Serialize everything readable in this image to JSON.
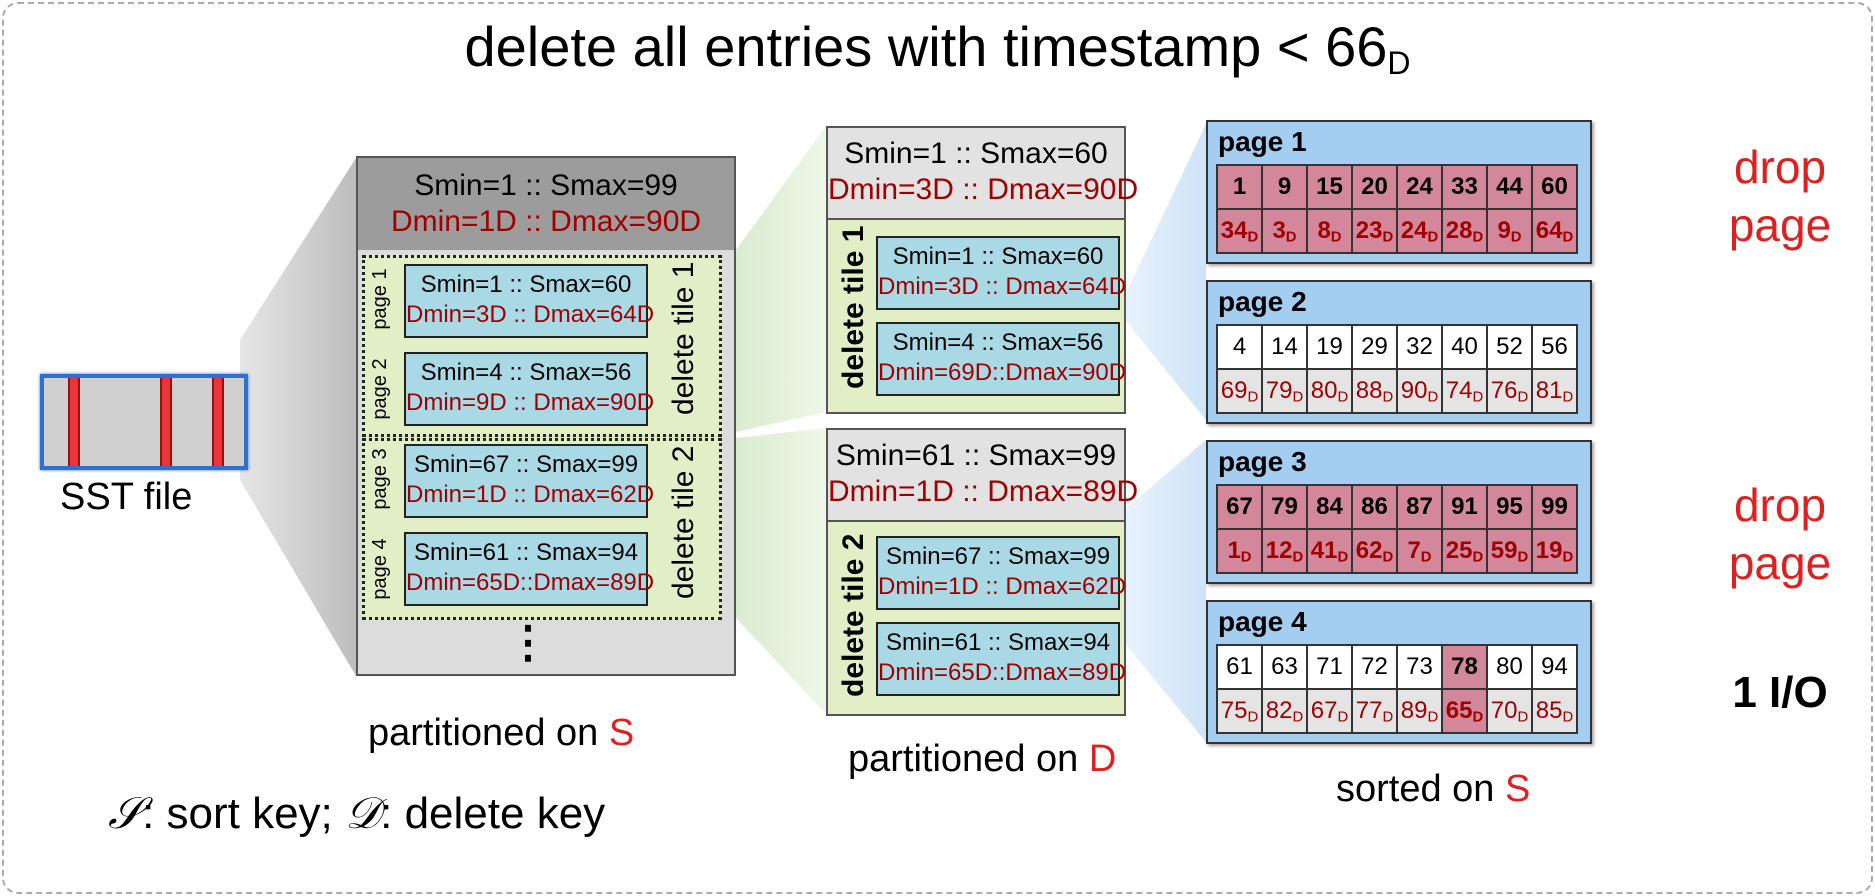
{
  "title": {
    "text": "delete all entries with timestamp < 66",
    "sub": "D"
  },
  "sst_label": "SST file",
  "file": {
    "header": {
      "s": "Smin=1 :: Smax=99",
      "d": "Dmin=1D :: Dmax=90D"
    },
    "tiles": [
      {
        "label": "delete tile 1",
        "pages": [
          {
            "label": "page 1",
            "s": "Smin=1 :: Smax=60",
            "d": "Dmin=3D :: Dmax=64D"
          },
          {
            "label": "page 2",
            "s": "Smin=4 :: Smax=56",
            "d": "Dmin=9D :: Dmax=90D"
          }
        ]
      },
      {
        "label": "delete tile 2",
        "pages": [
          {
            "label": "page 3",
            "s": "Smin=67 :: Smax=99",
            "d": "Dmin=1D :: Dmax=62D"
          },
          {
            "label": "page 4",
            "s": "Smin=61 :: Smax=94",
            "d": "Dmin=65D::Dmax=89D"
          }
        ]
      }
    ],
    "ellipsis": "⋮",
    "caption": {
      "prefix": "partitioned on ",
      "key": "S"
    }
  },
  "middle": {
    "tiles": [
      {
        "label": "delete tile 1",
        "header": {
          "s": "Smin=1 :: Smax=60",
          "d": "Dmin=3D :: Dmax=90D"
        },
        "pages": [
          {
            "s": "Smin=1 :: Smax=60",
            "d": "Dmin=3D :: Dmax=64D"
          },
          {
            "s": "Smin=4 :: Smax=56",
            "d": "Dmin=69D::Dmax=90D"
          }
        ]
      },
      {
        "label": "delete tile 2",
        "header": {
          "s": "Smin=61 :: Smax=99",
          "d": "Dmin=1D :: Dmax=89D"
        },
        "pages": [
          {
            "s": "Smin=67 :: Smax=99",
            "d": "Dmin=1D :: Dmax=62D"
          },
          {
            "s": "Smin=61 :: Smax=94",
            "d": "Dmin=65D::Dmax=89D"
          }
        ]
      }
    ],
    "caption": {
      "prefix": "partitioned on ",
      "key": "D"
    }
  },
  "pages": [
    {
      "title": "page 1",
      "dropped": true,
      "keys": [
        "1",
        "9",
        "15",
        "20",
        "24",
        "33",
        "44",
        "60"
      ],
      "deletes": [
        "34",
        "3",
        "8",
        "23",
        "24",
        "28",
        "9",
        "64"
      ]
    },
    {
      "title": "page 2",
      "dropped": false,
      "keys": [
        "4",
        "14",
        "19",
        "29",
        "32",
        "40",
        "52",
        "56"
      ],
      "deletes": [
        "69",
        "79",
        "80",
        "88",
        "90",
        "74",
        "76",
        "81"
      ]
    },
    {
      "title": "page 3",
      "dropped": true,
      "keys": [
        "67",
        "79",
        "84",
        "86",
        "87",
        "91",
        "95",
        "99"
      ],
      "deletes": [
        "1",
        "12",
        "41",
        "62",
        "7",
        "25",
        "59",
        "19"
      ]
    },
    {
      "title": "page 4",
      "dropped": false,
      "hit_index": 5,
      "keys": [
        "61",
        "63",
        "71",
        "72",
        "73",
        "78",
        "80",
        "94"
      ],
      "deletes": [
        "75",
        "82",
        "67",
        "77",
        "89",
        "65",
        "70",
        "85"
      ]
    }
  ],
  "delete_subscript": "D",
  "right_caption": {
    "prefix": "sorted on ",
    "key": "S"
  },
  "notes": [
    {
      "line1": "drop",
      "line2": "page"
    },
    {
      "line1": "drop",
      "line2": "page"
    },
    {
      "text": "1 I/O"
    }
  ],
  "legend": {
    "s_symbol": "𝒮",
    "s_text": ": sort key; ",
    "d_symbol": "𝒟",
    "d_text": ": delete key"
  }
}
